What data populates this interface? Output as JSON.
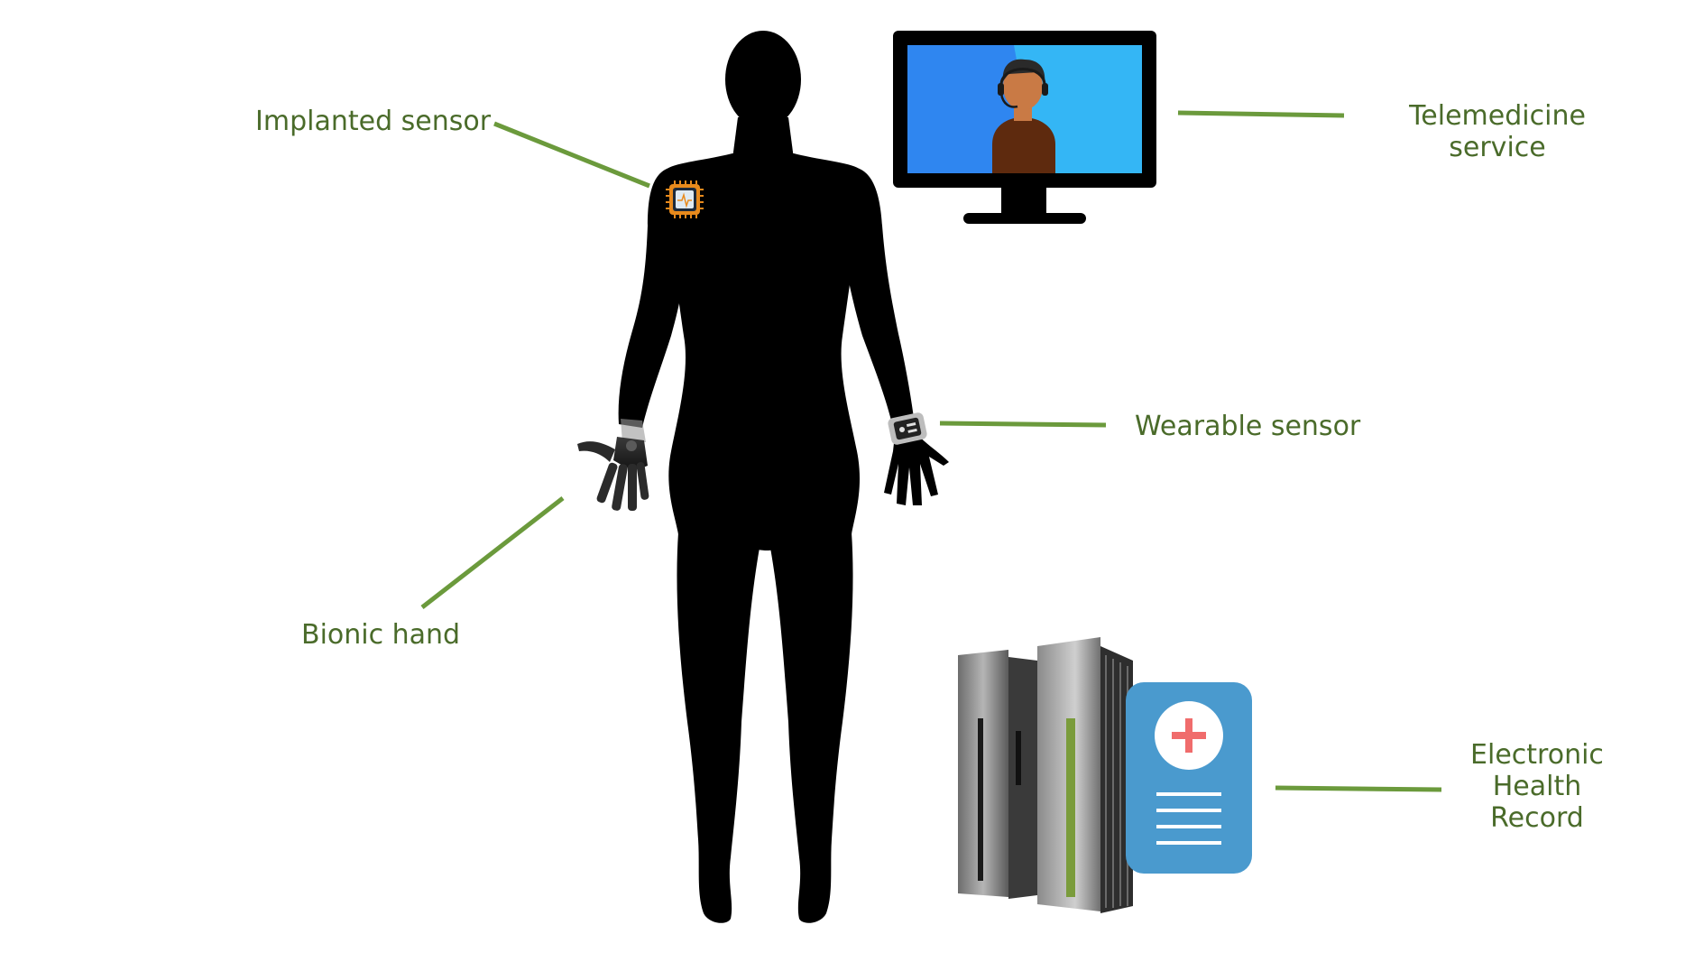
{
  "colors": {
    "label_text": "#4a6b2a",
    "leader_line": "#6b9a3c",
    "silhouette": "#000000",
    "screen_left": "#2f86f0",
    "screen_right": "#34b6f5",
    "person_shirt": "#5e2a0e",
    "person_skin": "#c97a45",
    "ehr_card": "#4a9ace",
    "ehr_cross": "#f06c6c",
    "chip": "#e88a1c"
  },
  "labels": {
    "implanted_sensor": "Implanted sensor",
    "telemedicine_line1": "Telemedicine",
    "telemedicine_line2": "service",
    "wearable_sensor": "Wearable sensor",
    "bionic_hand": "Bionic hand",
    "ehr_line1": "Electronic",
    "ehr_line2": "Health",
    "ehr_line3": "Record"
  },
  "icons": {
    "person": "human-silhouette-icon",
    "chip": "microchip-icon",
    "watch": "smartwatch-icon",
    "bionic": "robotic-hand-icon",
    "monitor": "monitor-icon",
    "doctor": "doctor-headset-icon",
    "server": "server-rack-icon",
    "record": "medical-record-icon"
  }
}
